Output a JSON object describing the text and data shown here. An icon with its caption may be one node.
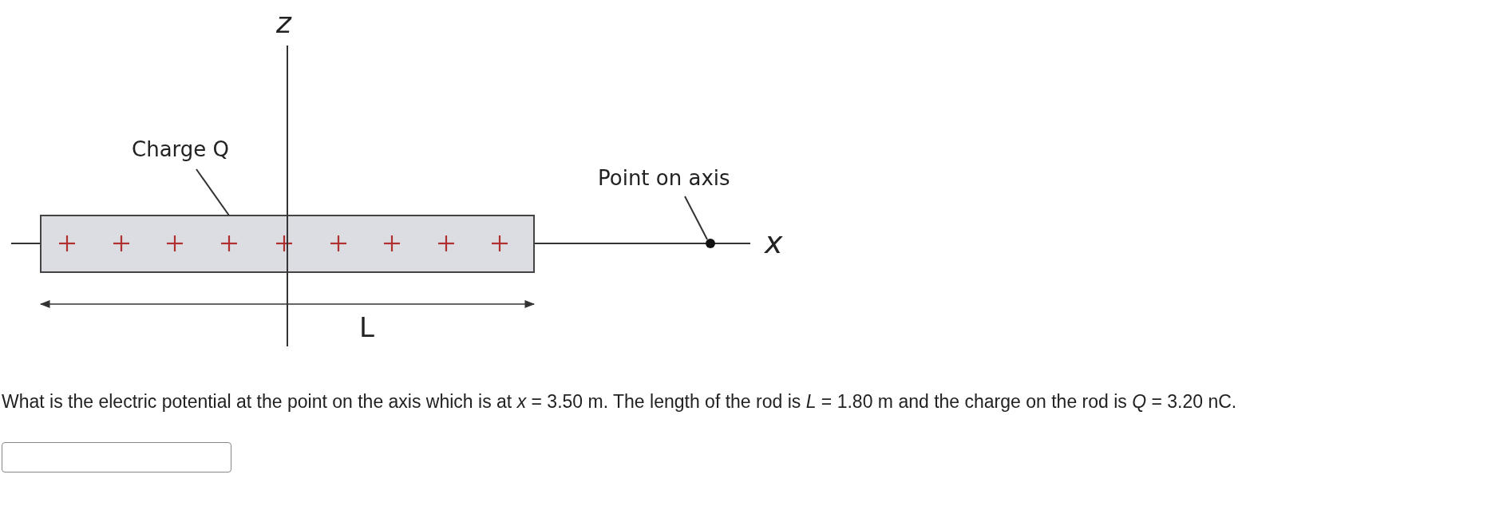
{
  "diagram": {
    "nodes": [
      {
        "text": [
          "Charge Q"
        ]
      },
      {
        "text": [],
        "shape": "bar"
      },
      {
        "text": [
          "Point on axis"
        ]
      },
      {
        "text": [],
        "shape": "circle"
      }
    ],
    "edges": [
      {
        "from": 0,
        "to": 1,
        "arrow": "none"
      },
      {
        "from": 2,
        "to": 3,
        "arrow": "none"
      }
    ],
    "labels": [
      "z",
      "x",
      "L",
      "What is the electric potential at the point on the axis which is at *x* = 3.50 m. The length of the rod is *L* = 1.80 m and the charge on the rod is *Q* = 3.20 nC."
    ]
  }
}
